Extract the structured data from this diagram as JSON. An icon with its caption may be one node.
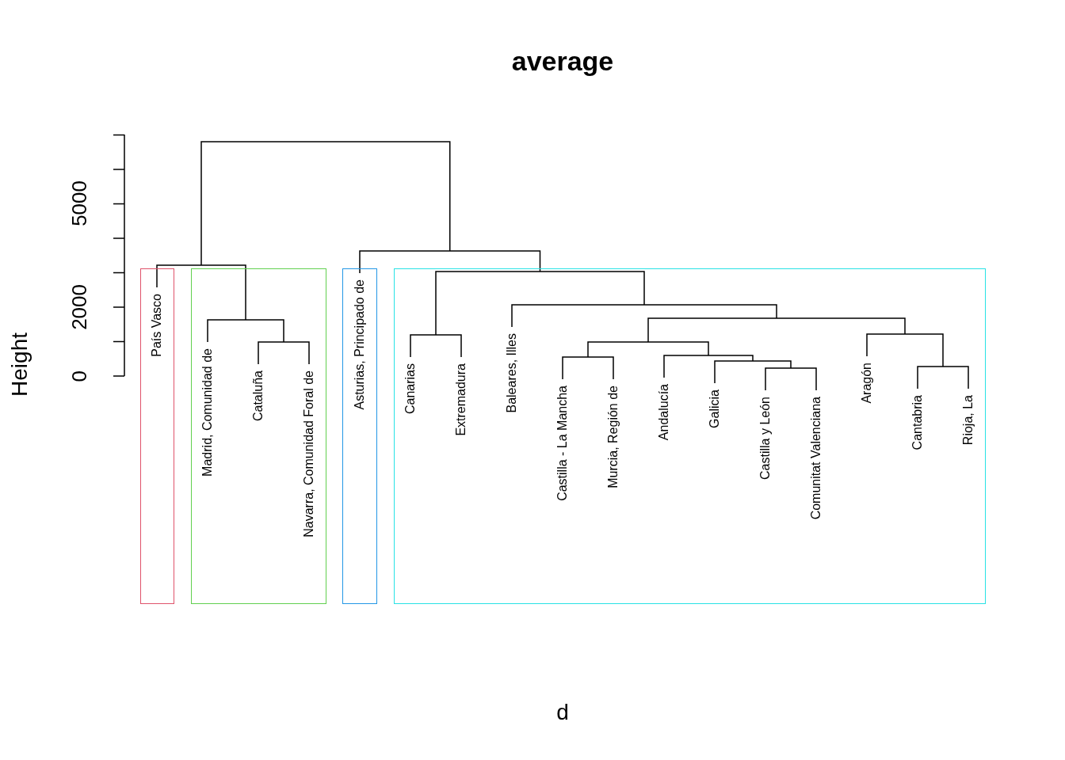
{
  "diagram": {
    "title": "average",
    "nodes": [
      {
        "text": [
          "País Vasco"
        ]
      },
      {
        "text": [
          "Madrid, Comunidad de",
          "Cataluña",
          "Navarra, Comunidad Foral de"
        ]
      },
      {
        "text": [
          "Asturias, Principado de"
        ]
      },
      {
        "text": [
          "Canarias",
          "Extremadura",
          "Baleares, Illes",
          "Castilla - La Mancha",
          "Murcia, Región de",
          "Andalucía",
          "Galicia",
          "Castilla y León",
          "Comunitat Valenciana",
          "Aragón",
          "Cantabria",
          "Rioja, La"
        ]
      }
    ],
    "labels": [
      "0",
      "2000",
      "5000",
      "Height",
      "d"
    ]
  }
}
